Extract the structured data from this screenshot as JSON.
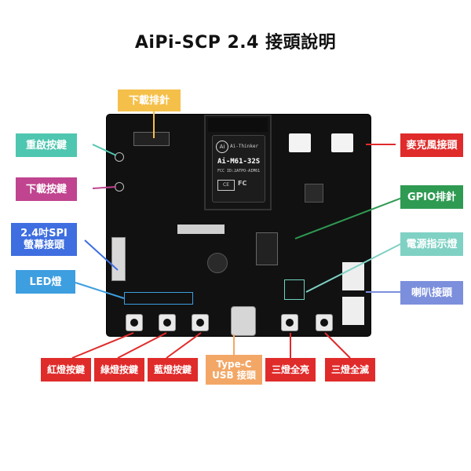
{
  "title": "AiPi-SCP 2.4 接頭說明",
  "module": {
    "brand": "Ai-Thinker",
    "model": "Ai-M61-32S",
    "fcc": "FCC ID:2ATPO-AIM61"
  },
  "labels": {
    "download_header": "下載排針",
    "reset_button": "重啟按鍵",
    "download_button": "下載按鍵",
    "spi_lcd": "2.4吋SPI\n螢幕接頭",
    "led_light": "LED燈",
    "mic": "麥克風接頭",
    "gpio": "GPIO排針",
    "power_led": "電源指示燈",
    "speaker": "喇叭接頭",
    "red_btn": "紅燈按鍵",
    "green_btn": "綠燈按鍵",
    "blue_btn": "藍燈按鍵",
    "typec": "Type-C\nUSB 接頭",
    "all_on": "三燈全亮",
    "all_off": "三燈全滅"
  },
  "colors": {
    "yellow": "#f5c04a",
    "teal": "#4fc6b0",
    "magenta": "#c0448f",
    "blue": "#3e6ee0",
    "skyblue": "#3d9ee0",
    "red": "#e02b2b",
    "green": "#2f9a52",
    "mint": "#7fd1c4",
    "periwinkle": "#7c8fdc",
    "orange": "#f3a766"
  }
}
